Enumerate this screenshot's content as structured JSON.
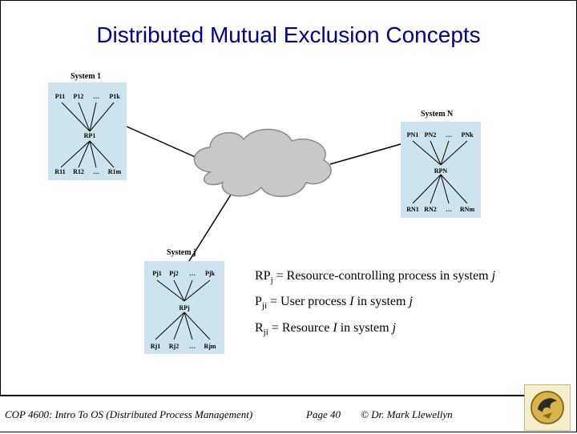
{
  "title": "Distributed Mutual Exclusion Concepts",
  "colors": {
    "title": "#000080",
    "box_fill": "#cde4ef",
    "cloud_fill": "#c8c8c8"
  },
  "system1": {
    "label": "System 1",
    "p": [
      "P11",
      "P12",
      "…",
      "P1k"
    ],
    "rp": "RP1",
    "r": [
      "R11",
      "R12",
      "…",
      "R1m"
    ]
  },
  "systemN": {
    "label": "System N",
    "p": [
      "PN1",
      "PN2",
      "…",
      "PNk"
    ],
    "rp": "RPN",
    "r": [
      "RN1",
      "RN2",
      "…",
      "RNm"
    ]
  },
  "systemj": {
    "label": "System j",
    "p": [
      "Pj1",
      "Pj2",
      "…",
      "Pjk"
    ],
    "rp": "RPj",
    "r": [
      "Rj1",
      "Rj2",
      "…",
      "Rjm"
    ]
  },
  "legend": {
    "line1": {
      "a": "RP",
      "sub": "j",
      "b": " = Resource-controlling process in system ",
      "c": "j"
    },
    "line2": {
      "a": "P",
      "sub": "ji",
      "b": " = User process ",
      "c": "I",
      "d": " in system ",
      "e": "j"
    },
    "line3": {
      "a": "R",
      "sub": "ji",
      "b": " = Resource ",
      "c": "I",
      "d": " in system ",
      "e": "j"
    }
  },
  "footer": {
    "course": "COP 4600: Intro To OS (Distributed Process Management)",
    "page": "Page 40",
    "author": "© Dr. Mark Llewellyn"
  }
}
